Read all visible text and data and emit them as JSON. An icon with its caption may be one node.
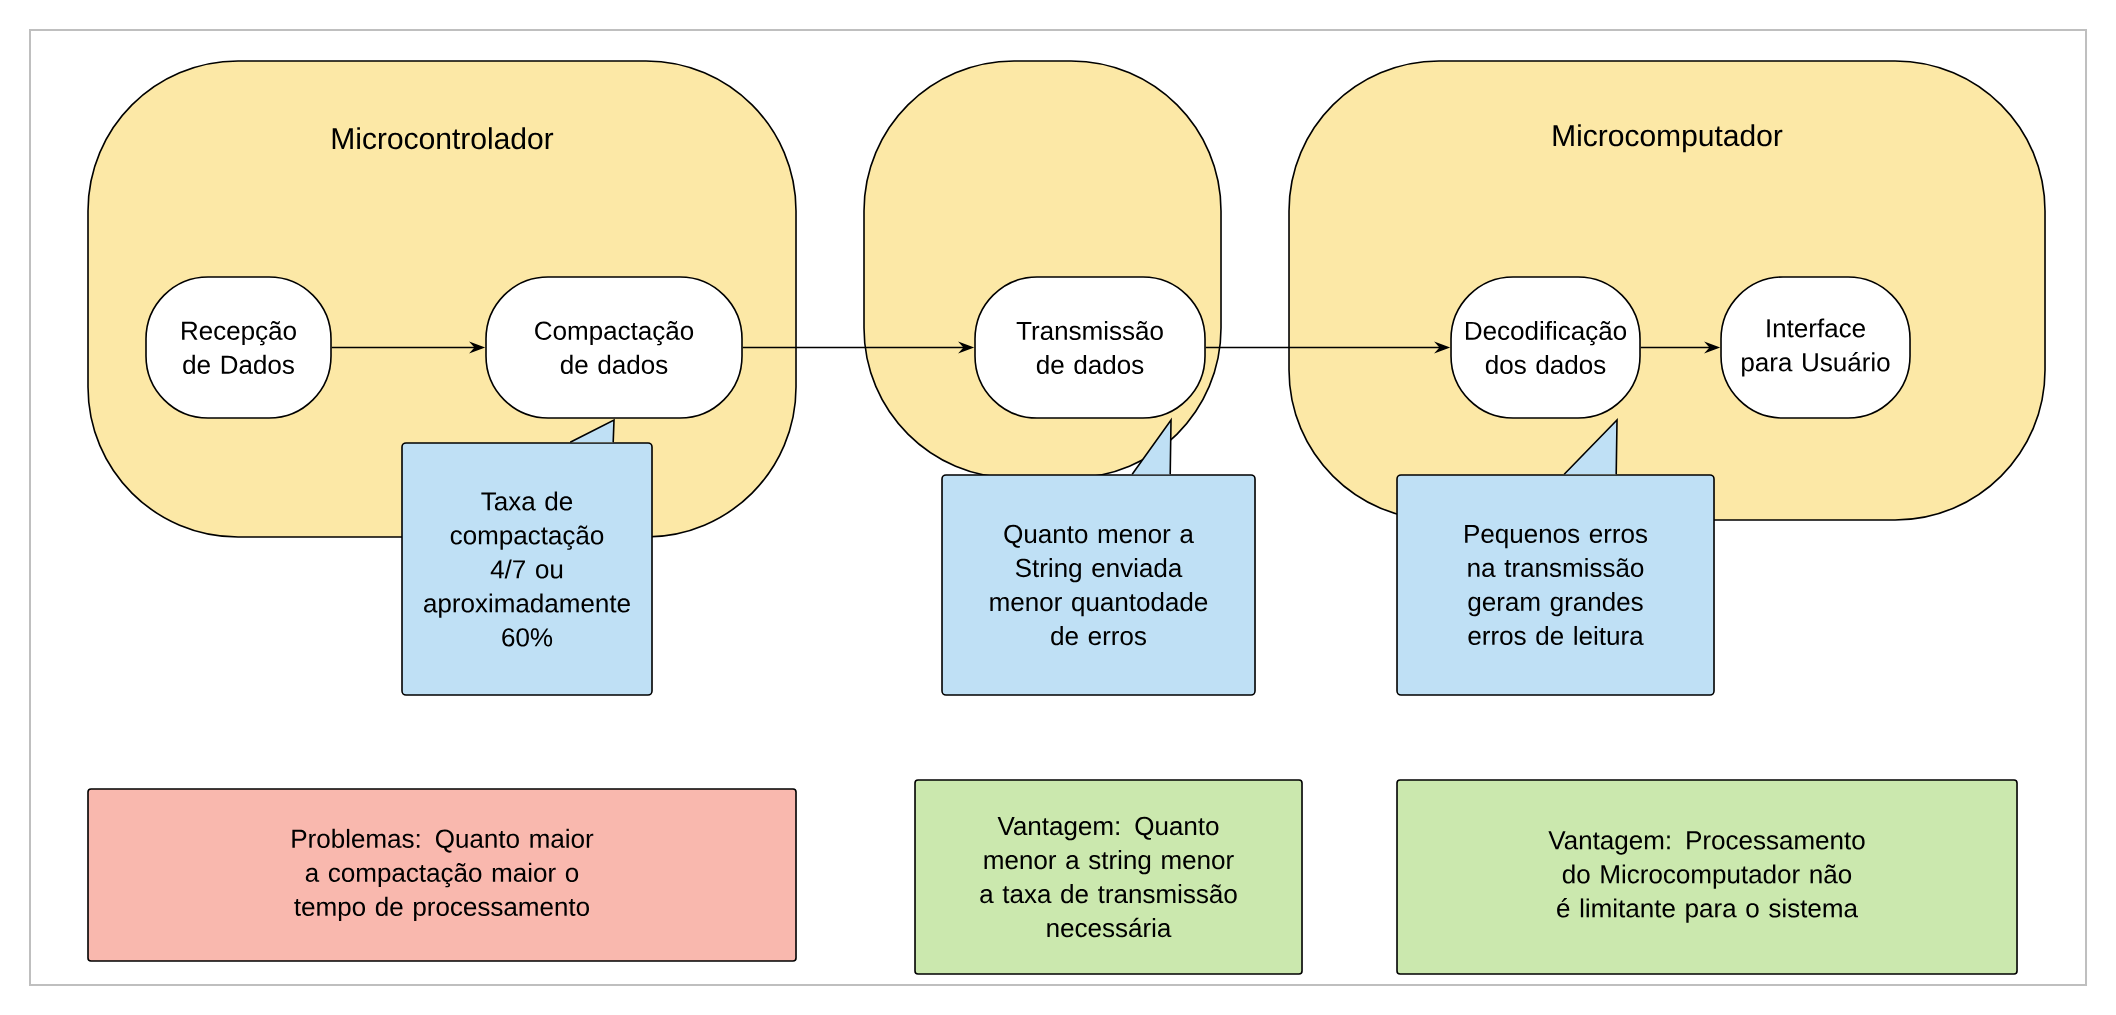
{
  "diagram": {
    "nodes": [
      {
        "text": [
          "Microcontrolador"
        ]
      },
      {
        "text": [
          "Recepção de Dados"
        ],
        "in": 0
      },
      {
        "text": [
          "Compactação de dados"
        ],
        "in": 0
      },
      {
        "text": [
          "Taxa de compactação 4/7 ou aproximadamente 60%"
        ]
      },
      {
        "text": [],
        "shape": "box"
      },
      {
        "text": [
          "Transmissão de dados"
        ],
        "in": 4
      },
      {
        "text": [
          "Quanto menor a String enviada menor quantodade de erros"
        ]
      },
      {
        "text": [
          "Microcomputador"
        ]
      },
      {
        "text": [
          "Decodificação dos dados"
        ],
        "in": 7
      },
      {
        "text": [
          "Interface para Usuário"
        ],
        "in": 7
      },
      {
        "text": [
          "Pequenos erros na transmissão geram grandes erros de leitura"
        ]
      },
      {
        "text": [
          "Problemas: Quanto maior a compactação maior o tempo de processamento"
        ]
      },
      {
        "text": [
          "Vantagem: Quanto menor a string menor a taxa de transmissão necessária"
        ]
      },
      {
        "text": [
          "Vantagem: Processamento do Microcomputador não é limitante para o sistema"
        ]
      }
    ],
    "edges": [
      {
        "from": 1,
        "to": 2,
        "arrow": "to"
      },
      {
        "from": 2,
        "to": 5,
        "arrow": "to"
      },
      {
        "from": 5,
        "to": 8,
        "arrow": "to"
      },
      {
        "from": 8,
        "to": 9,
        "arrow": "to"
      }
    ]
  }
}
